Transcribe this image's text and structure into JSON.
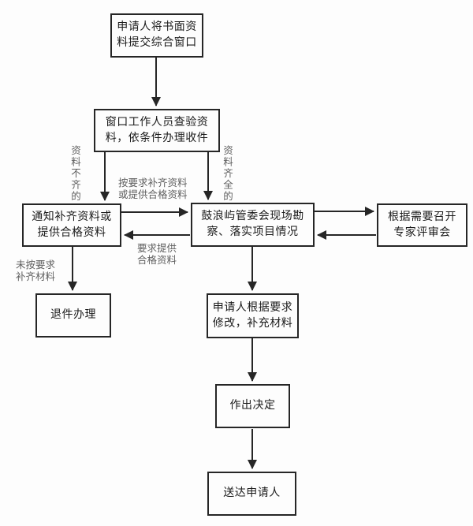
{
  "diagram": {
    "nodes": {
      "submit_documents": {
        "label": "申请人将书面资\n料提交综合窗口"
      },
      "window_check": {
        "label": "窗口工作人员查验资\n料，依条件办理收件"
      },
      "notify_supplement": {
        "label": "通知补齐资料或\n提供合格资料"
      },
      "site_inspection": {
        "label": "鼓浪屿管委会现场勘\n察、落实项目情况"
      },
      "expert_review": {
        "label": "根据需要召开\n专家评审会"
      },
      "return_processing": {
        "label": "退件办理"
      },
      "applicant_revise": {
        "label": "申请人根据要求\n修改，补充材料"
      },
      "make_decision": {
        "label": "作出决定"
      },
      "deliver_to_applicant": {
        "label": "送达申请人"
      }
    },
    "edge_labels": {
      "materials_incomplete": "资料不齐的",
      "materials_complete": "资料齐全的",
      "supplement_as_required": "按要求补齐资料\n或提供合格资料",
      "request_qualified_materials": "要求提供\n合格资料",
      "not_supplemented_as_required": "未按要求\n补齐材料"
    },
    "colors": {
      "line": "#262626",
      "box_border": "#262626",
      "box_text": "#1a1a1a",
      "edge_label_text": "#5f5f5f",
      "background": "#fdfdfd"
    }
  }
}
